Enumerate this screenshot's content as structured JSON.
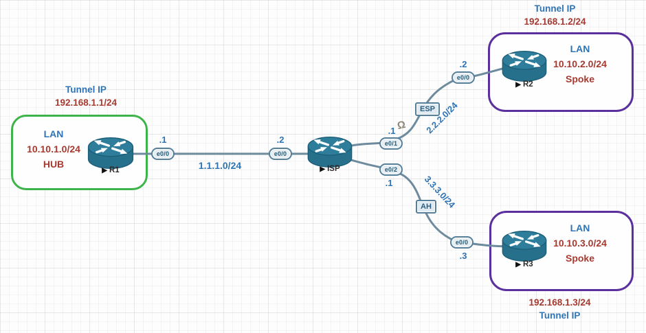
{
  "icons": {
    "play_glyph": "▶",
    "marker_glyph": "Ω",
    "router_glyph": "cisco-router"
  },
  "colors": {
    "hub_border_green": "#3cb44a",
    "spoke_border_purple": "#5b2f9e",
    "label_blue": "#2e74b5",
    "label_red": "#a53a30",
    "router_teal": "#2a7590",
    "link_line": "#6d8b9d"
  },
  "sites": {
    "hub": {
      "tunnel_ip_label": "Tunnel IP",
      "tunnel_ip": "192.168.1.1/24",
      "lan_label": "LAN",
      "lan_subnet": "10.10.1.0/24",
      "role": "HUB",
      "router": "R1"
    },
    "spoke2": {
      "tunnel_ip_label": "Tunnel IP",
      "tunnel_ip": "192.168.1.2/24",
      "lan_label": "LAN",
      "lan_subnet": "10.10.2.0/24",
      "role": "Spoke",
      "router": "R2"
    },
    "spoke3": {
      "tunnel_ip_label": "Tunnel IP",
      "tunnel_ip": "192.168.1.3/24",
      "lan_label": "LAN",
      "lan_subnet": "10.10.3.0/24",
      "role": "Spoke",
      "router": "R3"
    }
  },
  "isp": {
    "router": "ISP"
  },
  "links": {
    "hub_isp": {
      "subnet": "1.1.1.0/24",
      "hub_if": "e0/0",
      "hub_addr": ".1",
      "isp_if": "e0/0",
      "isp_addr": ".2"
    },
    "isp_spoke2": {
      "subnet": "2.2.2.0/24",
      "isp_if": "e0/1",
      "isp_addr": ".1",
      "spoke_if": "e0/0",
      "spoke_addr": ".2",
      "tag": "ESP"
    },
    "isp_spoke3": {
      "subnet": "3.3.3.0/24",
      "isp_if": "e0/2",
      "isp_addr": ".1",
      "spoke_if": "e0/0",
      "spoke_addr": ".3",
      "tag": "AH"
    }
  }
}
